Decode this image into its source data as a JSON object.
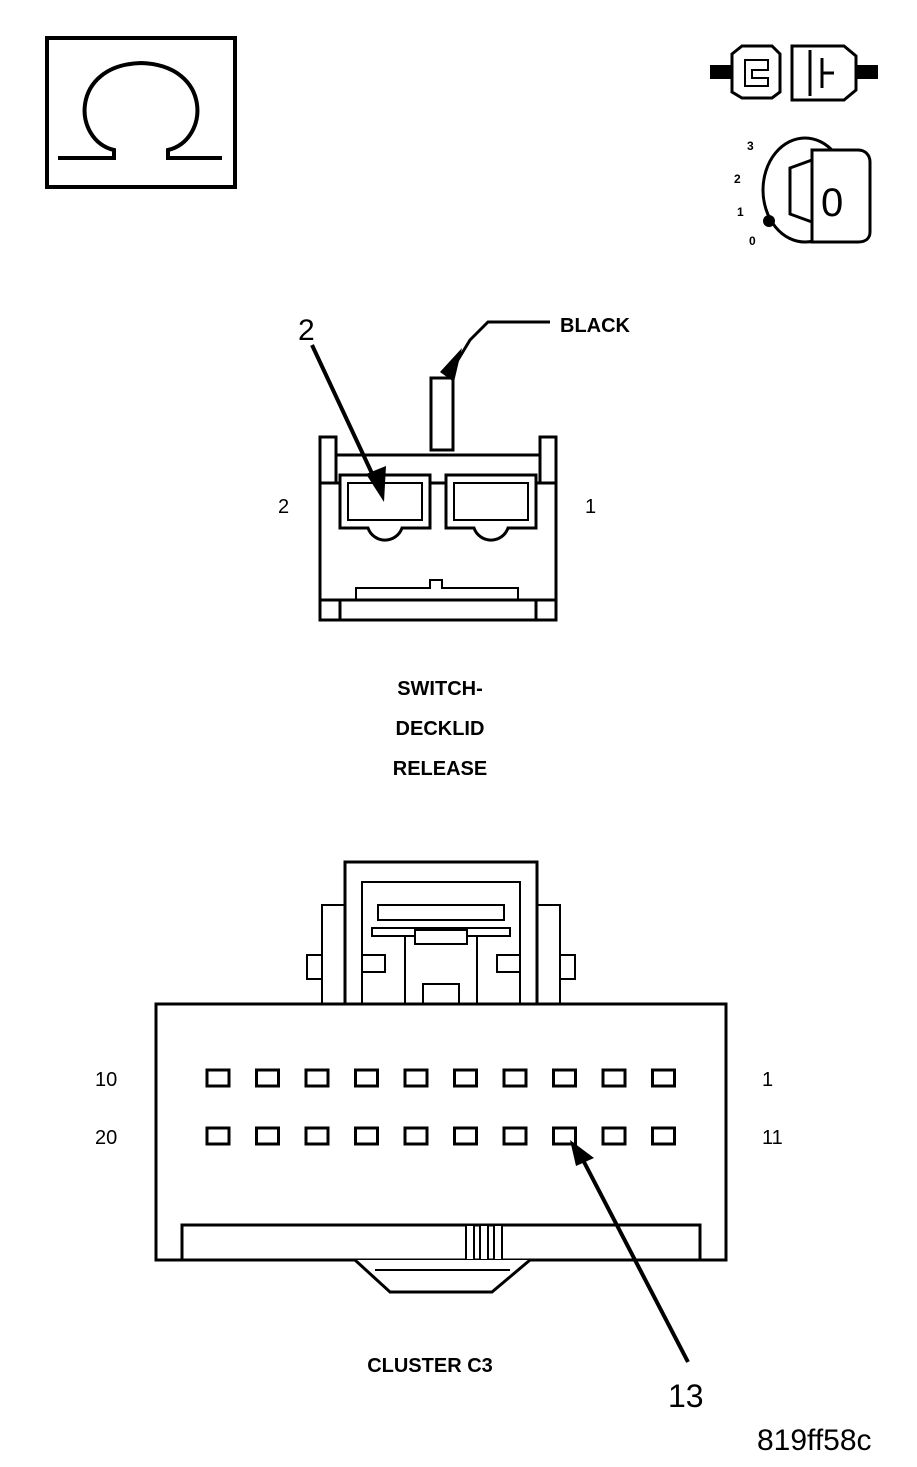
{
  "icons": {
    "ohm_meter": "ohm-symbol",
    "connector": "disconnected-connector",
    "ignition": "ignition-key-off"
  },
  "ignition": {
    "positions": [
      "3",
      "2",
      "1",
      "0"
    ],
    "key_label": "0"
  },
  "switch_connector": {
    "wire_color_label": "BLACK",
    "callout_label": "2",
    "pin_left_label": "2",
    "pin_right_label": "1",
    "title_lines": [
      "SWITCH-",
      "DECKLID",
      "RELEASE"
    ]
  },
  "cluster_connector": {
    "row1_left_label": "10",
    "row1_right_label": "1",
    "row2_left_label": "20",
    "row2_right_label": "11",
    "pins_per_row": 10,
    "callout_label": "13",
    "title": "CLUSTER C3"
  },
  "figure_id": "819ff58c"
}
